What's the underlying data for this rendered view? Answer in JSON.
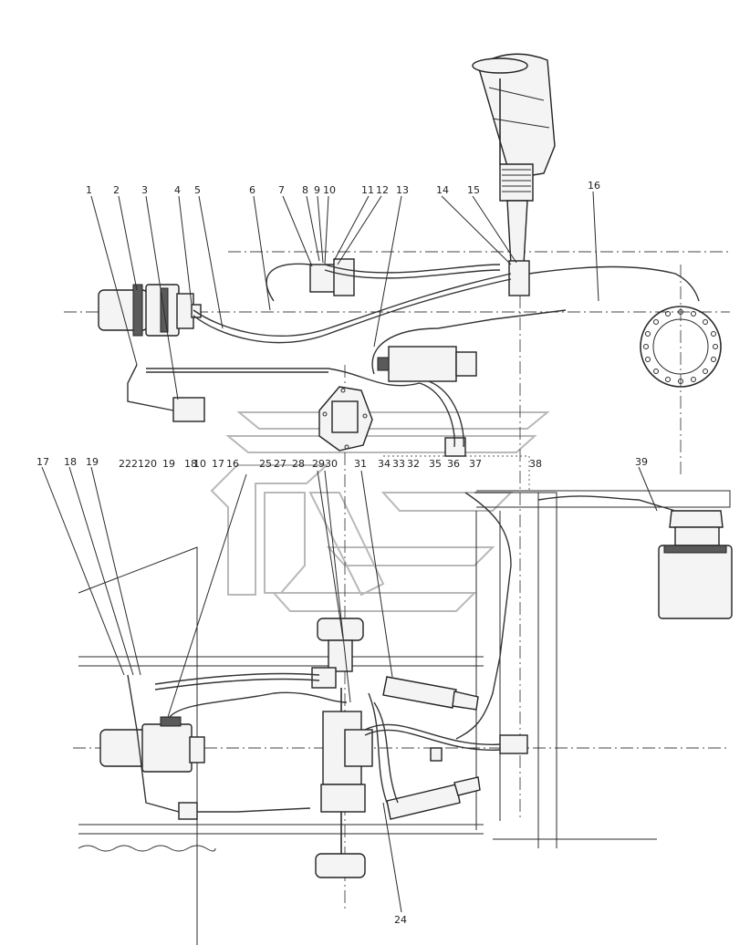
{
  "labels_top": [
    "1",
    "2",
    "3",
    "4",
    "5",
    "6",
    "7",
    "8",
    "9",
    "10",
    "11",
    "12",
    "13",
    "14",
    "15",
    "16"
  ],
  "labels_mid": [
    "22",
    "21",
    "20",
    "19",
    "18",
    "17",
    "16",
    "25",
    "27",
    "28",
    "29",
    "30",
    "31",
    "34",
    "33",
    "32",
    "35",
    "36",
    "37",
    "38"
  ],
  "labels_left": [
    "17",
    "18",
    "19"
  ],
  "label_right_mid": "39",
  "label_bottom": "24",
  "label_far_left": "10"
}
